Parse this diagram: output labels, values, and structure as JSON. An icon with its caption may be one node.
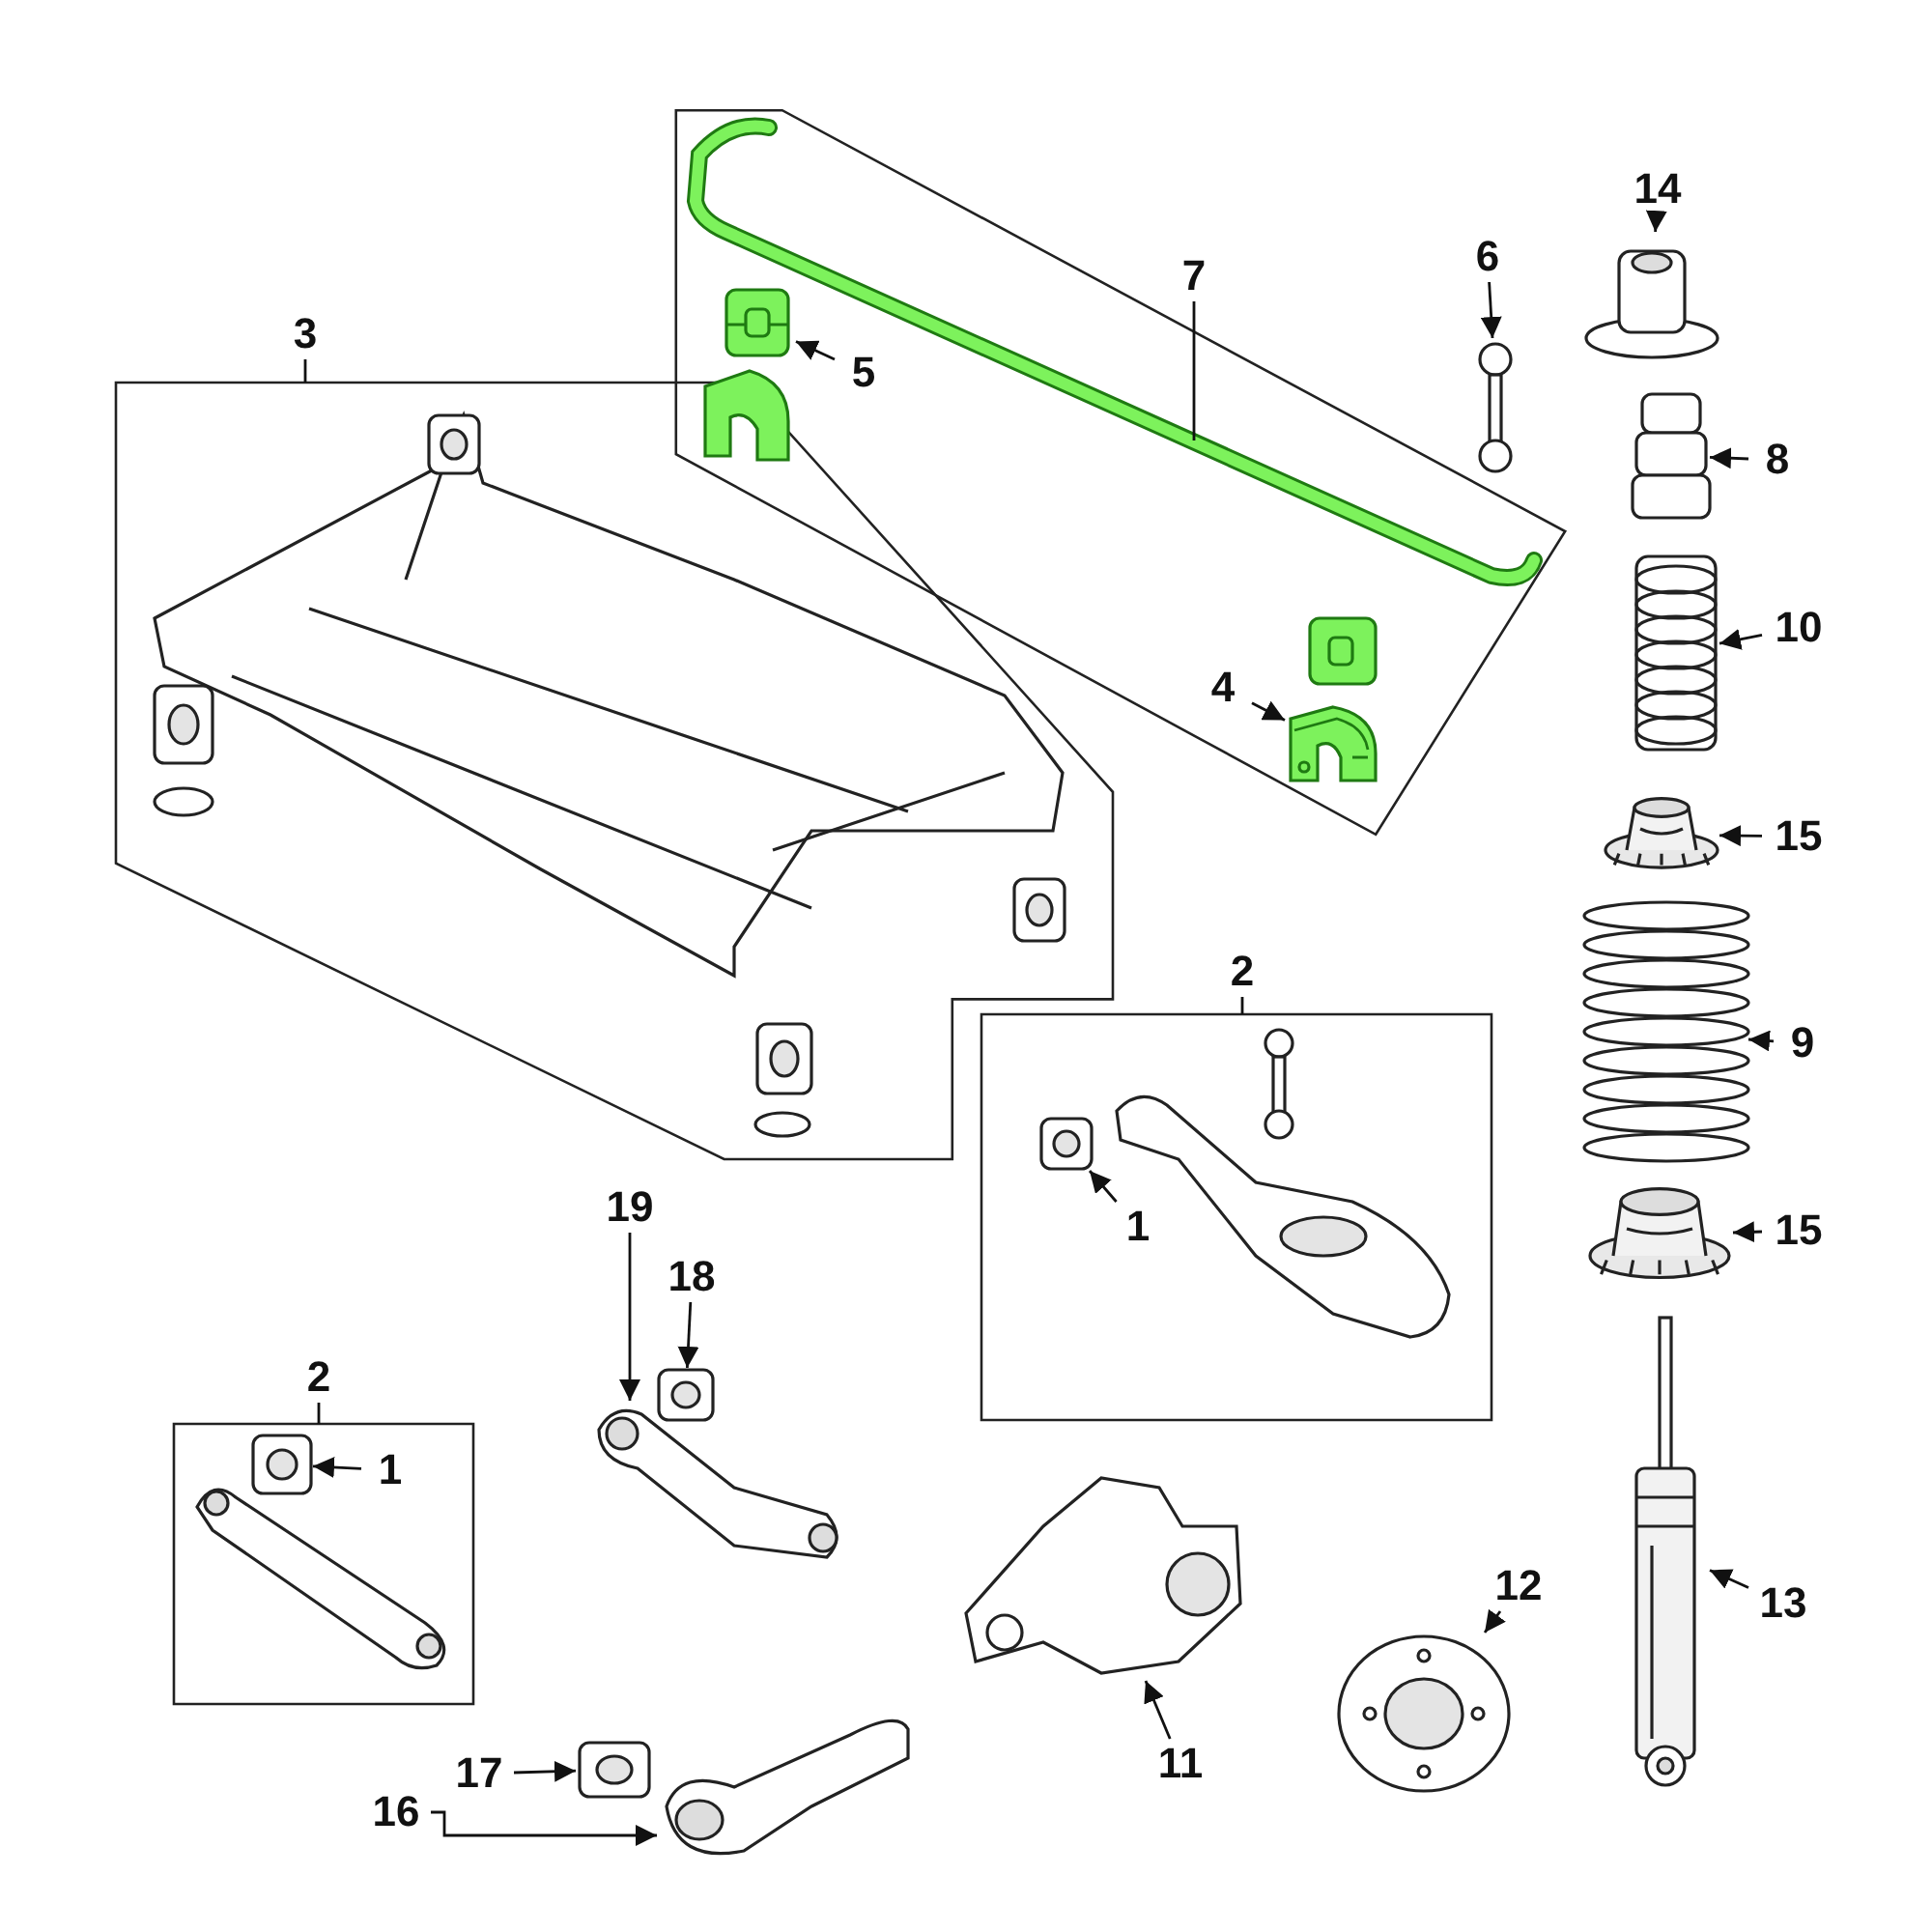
{
  "diagram": {
    "nodes": [
      {
        "text": [
          "3"
        ]
      },
      {
        "text": [],
        "shape": "box"
      },
      {
        "text": [],
        "shape": "box"
      },
      {
        "text": [
          "7"
        ],
        "in": 2
      },
      {
        "text": [
          "5"
        ],
        "in": 2
      },
      {
        "text": [],
        "shape": "picture",
        "in": 2
      },
      {
        "text": [
          "4"
        ],
        "in": 2
      },
      {
        "text": [],
        "shape": "picture",
        "in": 2
      },
      {
        "text": [
          "6"
        ]
      },
      {
        "text": [],
        "shape": "picture"
      },
      {
        "text": [
          "14"
        ]
      },
      {
        "text": [],
        "shape": "picture"
      },
      {
        "text": [
          "8"
        ]
      },
      {
        "text": [],
        "shape": "picture"
      },
      {
        "text": [
          "10"
        ]
      },
      {
        "text": [],
        "shape": "picture"
      },
      {
        "text": [
          "15"
        ]
      },
      {
        "text": [],
        "shape": "picture"
      },
      {
        "text": [
          "9"
        ]
      },
      {
        "text": [],
        "shape": "picture"
      },
      {
        "text": [
          "15"
        ]
      },
      {
        "text": [],
        "shape": "picture"
      },
      {
        "text": [
          "2"
        ]
      },
      {
        "text": [],
        "shape": "box"
      },
      {
        "text": [
          "1"
        ],
        "in": 23
      },
      {
        "text": [],
        "shape": "picture",
        "in": 23
      },
      {
        "text": [
          "19"
        ]
      },
      {
        "text": [
          "18"
        ]
      },
      {
        "text": [],
        "shape": "picture"
      },
      {
        "text": [],
        "shape": "picture"
      },
      {
        "text": [
          "2"
        ]
      },
      {
        "text": [],
        "shape": "box"
      },
      {
        "text": [
          "1"
        ],
        "in": 31
      },
      {
        "text": [],
        "shape": "picture",
        "in": 31
      },
      {
        "text": [
          "11"
        ]
      },
      {
        "text": [],
        "shape": "picture"
      },
      {
        "text": [
          "12"
        ]
      },
      {
        "text": [],
        "shape": "picture"
      },
      {
        "text": [
          "13"
        ]
      },
      {
        "text": [],
        "shape": "picture"
      },
      {
        "text": [
          "16"
        ]
      },
      {
        "text": [
          "17"
        ]
      },
      {
        "text": [],
        "shape": "picture"
      },
      {
        "text": [],
        "shape": "picture"
      }
    ],
    "edges": [
      {
        "from": 0,
        "to": 1,
        "arrow": "none"
      },
      {
        "from": 3,
        "to": null,
        "arrow": "none"
      },
      {
        "from": 4,
        "to": 5,
        "arrow": "to"
      },
      {
        "from": 6,
        "to": 7,
        "arrow": "to"
      },
      {
        "from": 8,
        "to": 9,
        "arrow": "to"
      },
      {
        "from": 10,
        "to": 11,
        "arrow": "to"
      },
      {
        "from": 12,
        "to": 13,
        "arrow": "to"
      },
      {
        "from": 14,
        "to": 15,
        "arrow": "to"
      },
      {
        "from": 16,
        "to": 17,
        "arrow": "to"
      },
      {
        "from": 18,
        "to": 19,
        "arrow": "to"
      },
      {
        "from": 20,
        "to": 21,
        "arrow": "to"
      },
      {
        "from": 22,
        "to": 23,
        "arrow": "none"
      },
      {
        "from": 24,
        "to": 25,
        "arrow": "to"
      },
      {
        "from": 26,
        "to": 29,
        "arrow": "to"
      },
      {
        "from": 27,
        "to": 28,
        "arrow": "to"
      },
      {
        "from": 30,
        "to": 31,
        "arrow": "none"
      },
      {
        "from": 32,
        "to": 33,
        "arrow": "to"
      },
      {
        "from": 34,
        "to": 35,
        "arrow": "to"
      },
      {
        "from": 36,
        "to": 37,
        "arrow": "to"
      },
      {
        "from": 38,
        "to": 39,
        "arrow": "to"
      },
      {
        "from": 40,
        "to": 43,
        "arrow": "to"
      },
      {
        "from": 41,
        "to": 42,
        "arrow": "to"
      }
    ]
  }
}
